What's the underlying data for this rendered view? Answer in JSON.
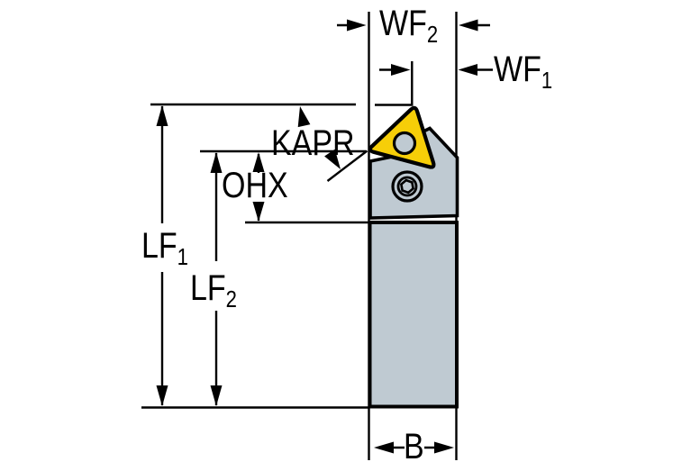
{
  "diagram": {
    "labels": {
      "wf2": {
        "base": "WF",
        "sub": "2"
      },
      "wf1": {
        "base": "WF",
        "sub": "1"
      },
      "kapr": "KAPR",
      "ohx": "OHX",
      "lf1": {
        "base": "LF",
        "sub": "1"
      },
      "lf2": {
        "base": "LF",
        "sub": "2"
      },
      "b": "B"
    },
    "colors": {
      "insert_yellow": "#F6CE08",
      "body_gray": "#BFCAD2",
      "line_black": "#000000",
      "background": "#FFFFFF"
    }
  }
}
